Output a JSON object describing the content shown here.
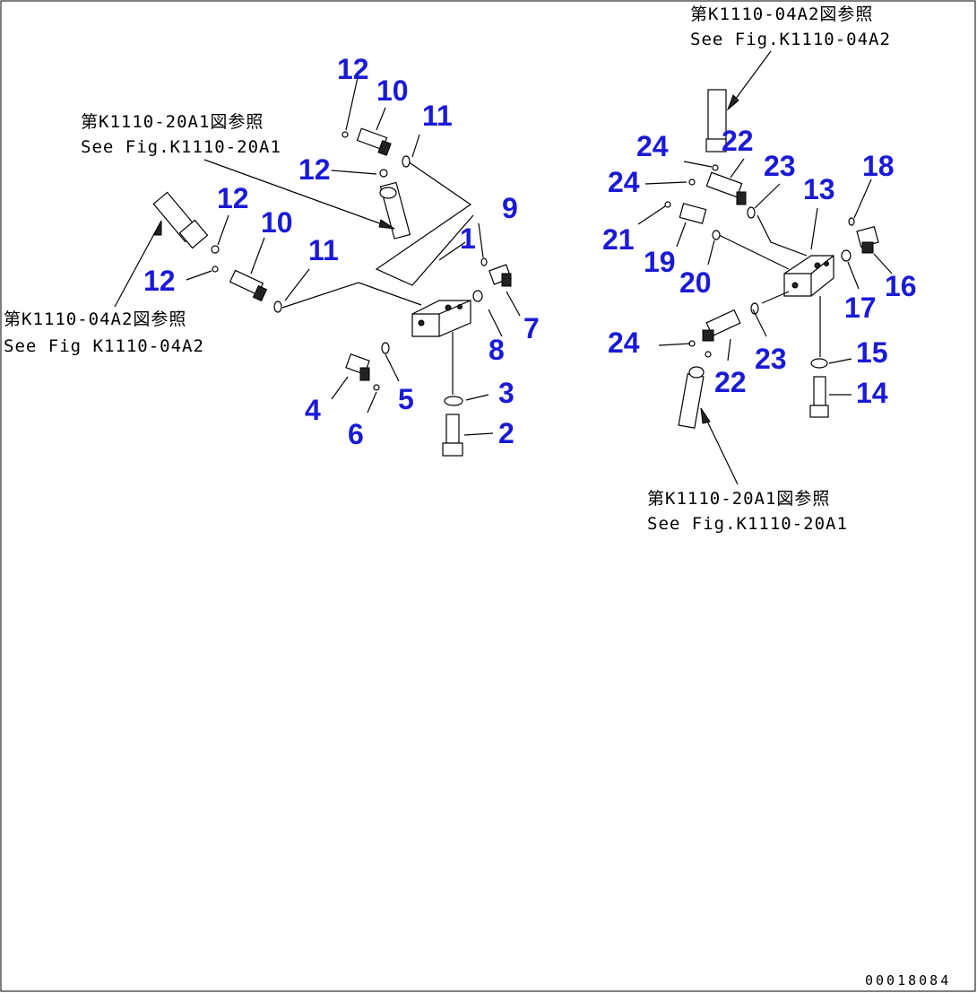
{
  "figure_code": "00018084",
  "references": {
    "k04a2_jp": "第K1110-04A2図参照",
    "k04a2_en": "See Fig.K1110-04A2",
    "k04a2_en_alt": "See Fig K1110-04A2",
    "k20a1_jp": "第K1110-20A1図参照",
    "k20a1_en": "See Fig.K1110-20A1"
  },
  "parts": {
    "p1": "1",
    "p2": "2",
    "p3": "3",
    "p4": "4",
    "p5": "5",
    "p6": "6",
    "p7": "7",
    "p8": "8",
    "p9": "9",
    "p10": "10",
    "p11": "11",
    "p12": "12",
    "p13": "13",
    "p14": "14",
    "p15": "15",
    "p16": "16",
    "p17": "17",
    "p18": "18",
    "p19": "19",
    "p20": "20",
    "p21": "21",
    "p22": "22",
    "p23": "23",
    "p24": "24"
  }
}
